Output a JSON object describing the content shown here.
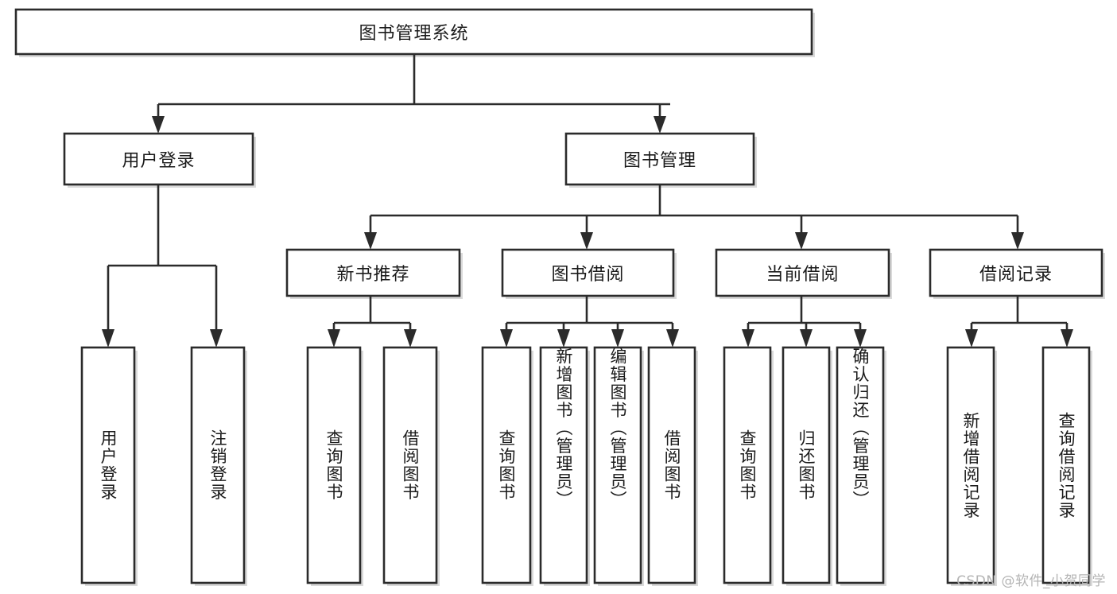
{
  "diagram": {
    "type": "tree",
    "title": "图书管理系统",
    "watermark": "CSDN @软件_小贺同学",
    "colors": {
      "box_fill": "#ffffff",
      "box_stroke": "#2b2b2b",
      "text": "#1a1a1a",
      "watermark": "#b4b4b4",
      "background": "#ffffff"
    },
    "levels": {
      "root": "图书管理系统",
      "level2": [
        "用户登录",
        "图书管理"
      ],
      "level3": [
        "新书推荐",
        "图书借阅",
        "当前借阅",
        "借阅记录"
      ]
    },
    "nodes": {
      "root": {
        "label": "图书管理系统"
      },
      "user_login": {
        "label": "用户登录"
      },
      "book_manage": {
        "label": "图书管理"
      },
      "new_book_rec": {
        "label": "新书推荐"
      },
      "book_borrow": {
        "label": "图书借阅"
      },
      "current_borrow": {
        "label": "当前借阅"
      },
      "borrow_record": {
        "label": "借阅记录"
      },
      "leaf_user_login": {
        "label": "用户登录"
      },
      "leaf_user_logout": {
        "label": "注销登录"
      },
      "leaf_query_book_1": {
        "label": "查询图书"
      },
      "leaf_borrow_book_1": {
        "label": "借阅图书"
      },
      "leaf_query_book_2": {
        "label": "查询图书"
      },
      "leaf_add_book": {
        "label": "新增图书（管理员）"
      },
      "leaf_edit_book": {
        "label": "编辑图书（管理员）"
      },
      "leaf_borrow_book_2": {
        "label": "借阅图书"
      },
      "leaf_query_book_3": {
        "label": "查询图书"
      },
      "leaf_return_book": {
        "label": "归还图书"
      },
      "leaf_confirm_return": {
        "label": "确认归还（管理员）"
      },
      "leaf_add_record": {
        "label": "新增借阅记录"
      },
      "leaf_query_record": {
        "label": "查询借阅记录"
      }
    },
    "edges": [
      {
        "from": "root",
        "to": "user_login"
      },
      {
        "from": "root",
        "to": "book_manage"
      },
      {
        "from": "book_manage",
        "to": "new_book_rec"
      },
      {
        "from": "book_manage",
        "to": "book_borrow"
      },
      {
        "from": "book_manage",
        "to": "current_borrow"
      },
      {
        "from": "book_manage",
        "to": "borrow_record"
      },
      {
        "from": "user_login",
        "to": "leaf_user_login"
      },
      {
        "from": "user_login",
        "to": "leaf_user_logout"
      },
      {
        "from": "new_book_rec",
        "to": "leaf_query_book_1"
      },
      {
        "from": "new_book_rec",
        "to": "leaf_borrow_book_1"
      },
      {
        "from": "book_borrow",
        "to": "leaf_query_book_2"
      },
      {
        "from": "book_borrow",
        "to": "leaf_add_book"
      },
      {
        "from": "book_borrow",
        "to": "leaf_edit_book"
      },
      {
        "from": "book_borrow",
        "to": "leaf_borrow_book_2"
      },
      {
        "from": "current_borrow",
        "to": "leaf_query_book_3"
      },
      {
        "from": "current_borrow",
        "to": "leaf_return_book"
      },
      {
        "from": "current_borrow",
        "to": "leaf_confirm_return"
      },
      {
        "from": "borrow_record",
        "to": "leaf_add_record"
      },
      {
        "from": "borrow_record",
        "to": "leaf_query_record"
      }
    ]
  }
}
